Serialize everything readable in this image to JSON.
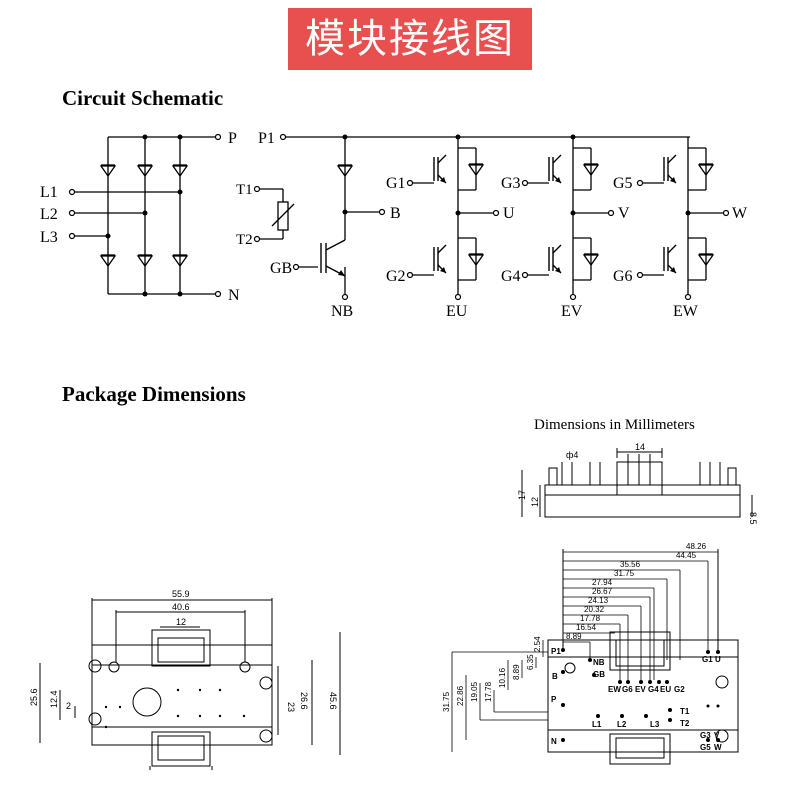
{
  "banner": {
    "title": "模块接线图",
    "color": "#e8504f"
  },
  "headings": {
    "schematic": "Circuit Schematic",
    "package": "Package Dimensions",
    "dims_note": "Dimensions in Millimeters"
  },
  "schematic": {
    "terminals": {
      "P": "P",
      "N": "N",
      "L1": "L1",
      "L2": "L2",
      "L3": "L3",
      "T1": "T1",
      "T2": "T2",
      "P1": "P1",
      "GB": "GB",
      "B": "B",
      "NB": "NB",
      "G1": "G1",
      "G2": "G2",
      "G3": "G3",
      "G4": "G4",
      "G5": "G5",
      "G6": "G6",
      "U": "U",
      "V": "V",
      "W": "W",
      "EU": "EU",
      "EV": "EV",
      "EW": "EW"
    }
  },
  "side_view": {
    "d1": "14",
    "d2": "ф4",
    "h1": "17",
    "h2": "12",
    "h3": "8.5"
  },
  "top_view": {
    "w1": "55.9",
    "w2": "40.6",
    "w3": "12",
    "h1": "25.6",
    "h2": "12.4",
    "h3": "2",
    "h4": "23",
    "h5": "26.6",
    "h6": "45.6"
  },
  "pin_view": {
    "horiz_dims": [
      "48.26",
      "44.45",
      "35.56",
      "31.75",
      "27.94",
      "26.67",
      "24.13",
      "20.32",
      "17.78",
      "16.54",
      "8.89"
    ],
    "vert_dims": [
      "31.75",
      "22.86",
      "19.05",
      "17.78",
      "10.16",
      "8.89",
      "6.35",
      "2.54"
    ],
    "pins": {
      "P1": "P1",
      "NB": "NB",
      "B": "B",
      "GB": "GB",
      "EW": "EW",
      "G6": "G6",
      "EV": "EV",
      "G4": "G4",
      "EU": "EU",
      "G2": "G2",
      "G1": "G1",
      "U": "U",
      "P": "P",
      "L1": "L1",
      "L2": "L2",
      "L3": "L3",
      "T1": "T1",
      "T2": "T2",
      "N": "N",
      "G5": "G5",
      "W": "W",
      "G3": "G3",
      "V": "V"
    }
  }
}
